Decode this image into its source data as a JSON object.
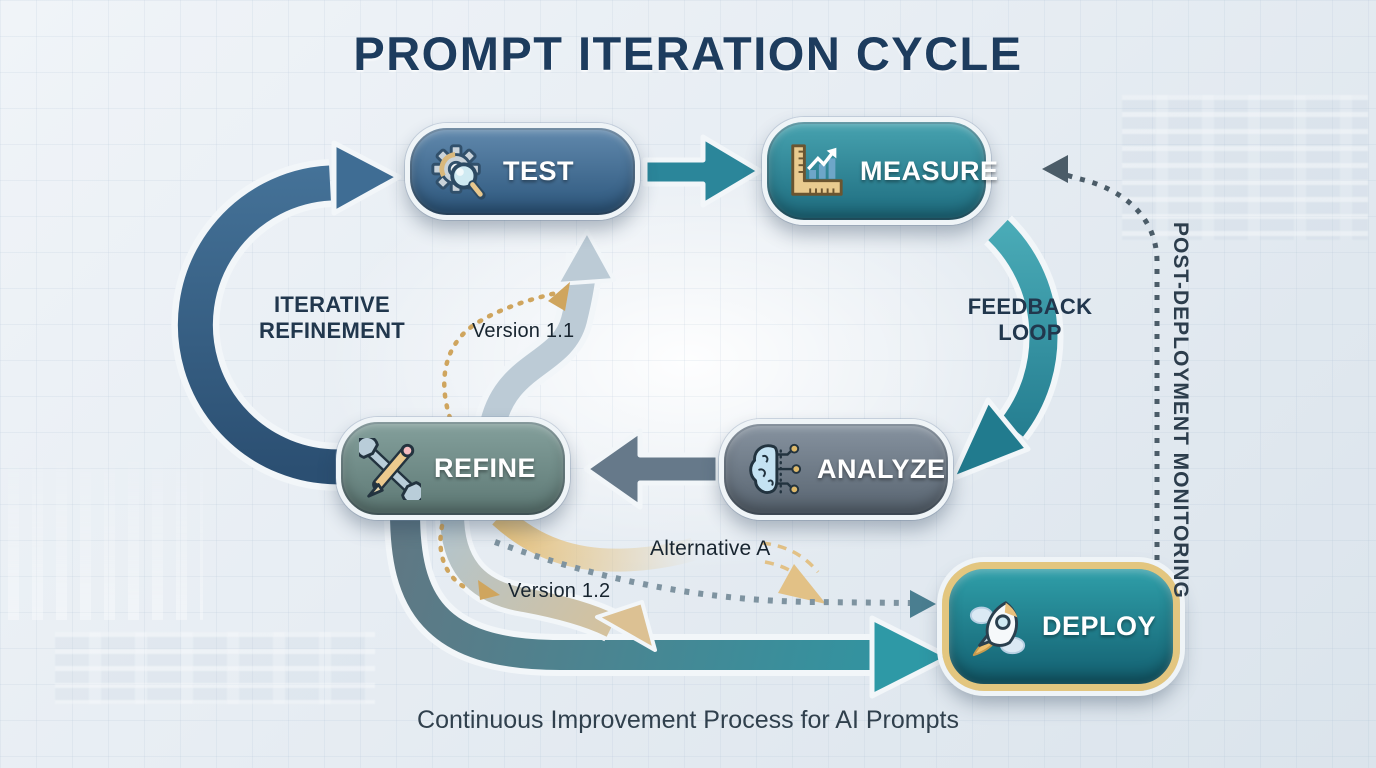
{
  "title": "PROMPT ITERATION CYCLE",
  "caption": "Continuous Improvement Process for AI Prompts",
  "nodes": [
    {
      "id": "test",
      "label": "TEST",
      "icon": "gear-magnifier-icon"
    },
    {
      "id": "measure",
      "label": "MEASURE",
      "icon": "ruler-chart-icon"
    },
    {
      "id": "analyze",
      "label": "ANALYZE",
      "icon": "brain-circuit-icon"
    },
    {
      "id": "refine",
      "label": "REFINE",
      "icon": "wrench-pencil-icon"
    },
    {
      "id": "deploy",
      "label": "DEPLOY",
      "icon": "rocket-icon"
    }
  ],
  "edge_labels": {
    "iterative_refinement": {
      "line1": "ITERATIVE",
      "line2": "REFINEMENT"
    },
    "feedback_loop": {
      "line1": "FEEDBACK",
      "line2": "LOOP"
    },
    "version_1_1": "Version 1.1",
    "version_1_2": "Version 1.2",
    "alternative_a": "Alternative A",
    "post_deployment_monitoring": "POST-DEPLOYMENT MONITORING"
  },
  "colors": {
    "title": "#1d3c5e",
    "label": "#21374d",
    "caption": "#30404d",
    "test-top": "#6189ad",
    "test-bottom": "#2c567c",
    "measure-top": "#47a3b0",
    "measure-bottom": "#1d6b7e",
    "analyze-top": "#8793a0",
    "analyze-bottom": "#57636f",
    "refine-top": "#84a09c",
    "refine-bottom": "#5d7874",
    "deploy-top": "#2f9fa9",
    "deploy-bottom": "#135f70",
    "deploy-border": "#e3c67f",
    "arrow-teal": "#2b869a",
    "arrow-steel": "#35638c",
    "arrow-slate": "#66798a",
    "arrow-light": "#bccbd6",
    "dashed-tan": "#cfa55e",
    "dotted-gray": "#7e93a0"
  }
}
